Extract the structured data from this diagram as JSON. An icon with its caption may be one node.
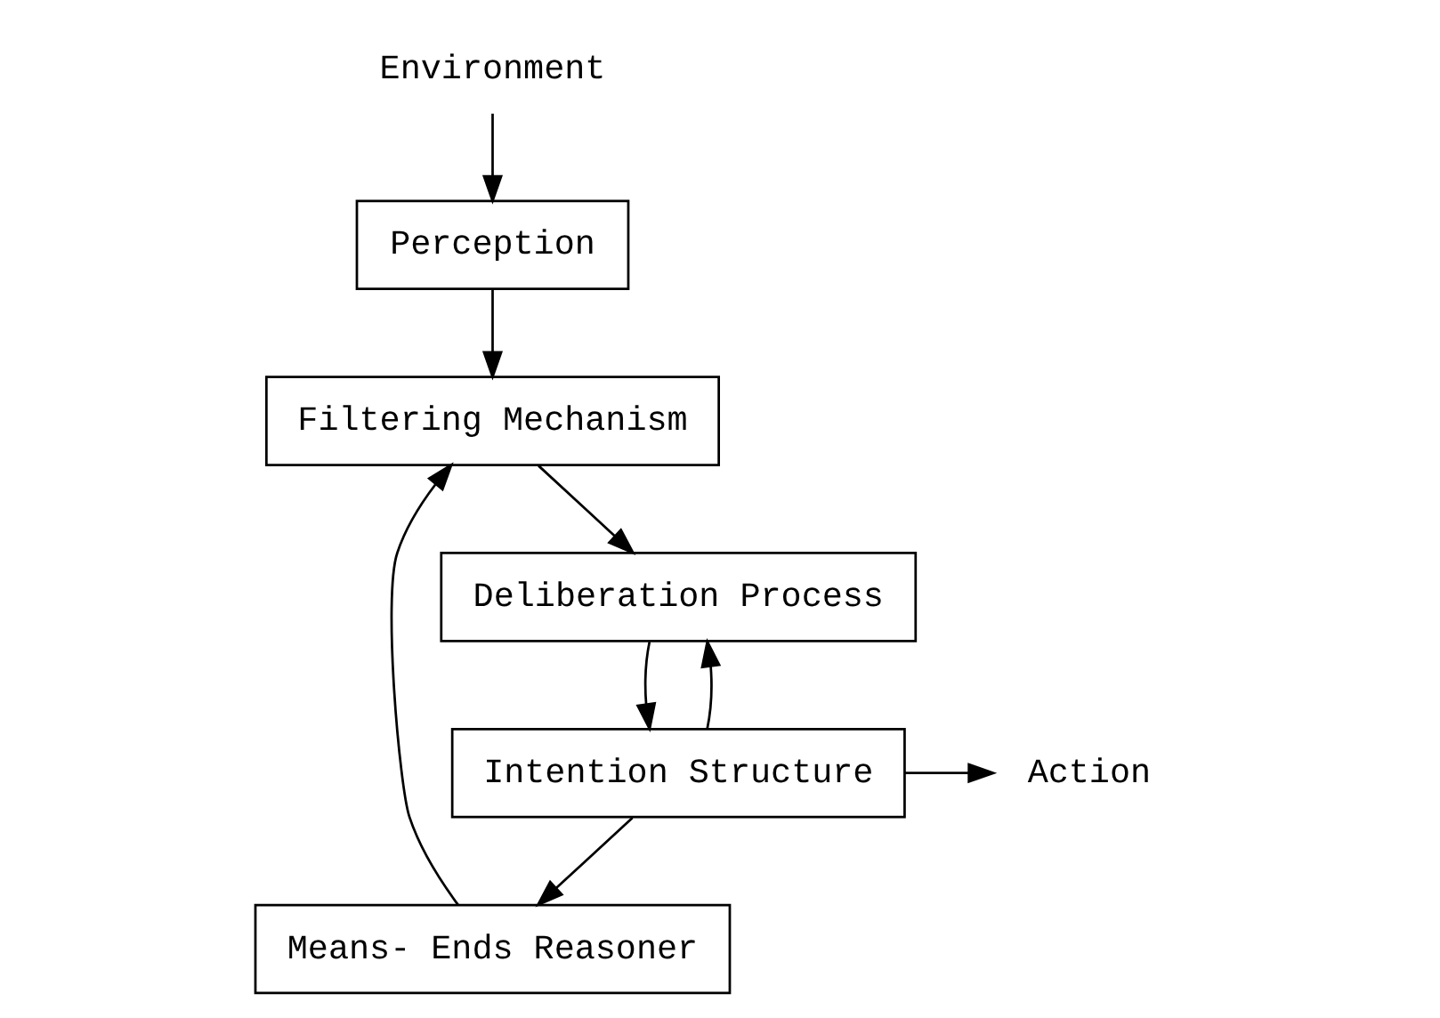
{
  "diagram": {
    "nodes": [
      {
        "text": [
          "Environment"
        ]
      },
      {
        "text": [
          "Means- Ends Reasoner"
        ]
      },
      {
        "text": [
          "Perception"
        ]
      },
      {
        "text": [
          "Filtering Mechanism"
        ]
      },
      {
        "text": [
          "Intention Structure"
        ]
      },
      {
        "text": [
          "Action"
        ]
      },
      {
        "text": [
          "Deliberation Process"
        ]
      }
    ],
    "edges": [
      {
        "from": 0,
        "to": 2,
        "arrow": "to"
      },
      {
        "from": 4,
        "to": 1,
        "arrow": "to"
      },
      {
        "from": 1,
        "to": 3,
        "arrow": "to"
      },
      {
        "from": 2,
        "to": 3,
        "arrow": "to"
      },
      {
        "from": 4,
        "to": 5,
        "arrow": "to"
      },
      {
        "from": 4,
        "to": 6,
        "arrow": "to"
      },
      {
        "from": 3,
        "to": 6,
        "arrow": "to"
      },
      {
        "from": 6,
        "to": 4,
        "arrow": "to"
      }
    ]
  }
}
